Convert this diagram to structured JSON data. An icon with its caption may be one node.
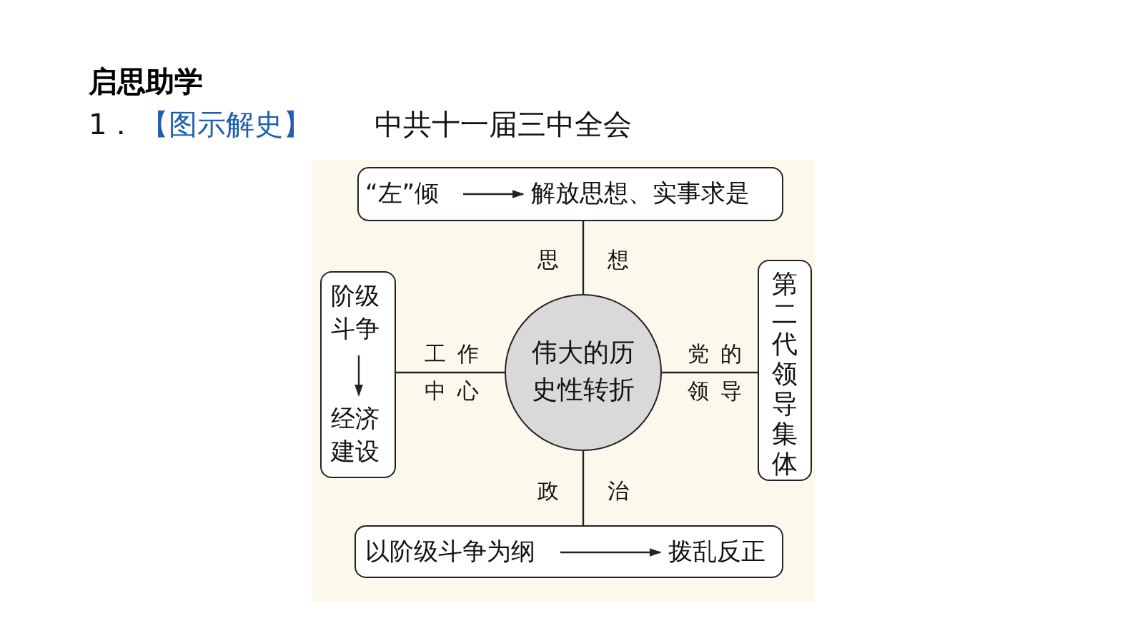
{
  "diagram": {
    "title": "启思助学",
    "nodes": [
      {
        "text": [],
        "shape": "box"
      },
      {
        "text": [
          "“左”倾"
        ],
        "in": 0
      },
      {
        "text": [
          "解放思想、实事求是"
        ],
        "in": 0
      },
      {
        "text": [],
        "shape": "box"
      },
      {
        "text": [
          "阶级斗争"
        ],
        "in": 3
      },
      {
        "text": [
          "经济建设"
        ],
        "in": 3
      },
      {
        "text": [
          "伟大的历史性转折"
        ]
      },
      {
        "text": [
          "第二代领导集体"
        ]
      },
      {
        "text": [],
        "shape": "box"
      },
      {
        "text": [
          "以阶级斗争为纲"
        ],
        "in": 8
      },
      {
        "text": [
          "拨乱反正"
        ],
        "in": 8
      }
    ],
    "edges": [
      {
        "from": 1,
        "to": 2,
        "arrow": "to"
      },
      {
        "from": 4,
        "to": 5,
        "arrow": "to"
      },
      {
        "from": 6,
        "to": 0,
        "arrow": "none",
        "label": "思想"
      },
      {
        "from": 6,
        "to": 3,
        "arrow": "none",
        "label": "工作中心"
      },
      {
        "from": 6,
        "to": 7,
        "arrow": "none",
        "label": "党的领导"
      },
      {
        "from": 6,
        "to": 8,
        "arrow": "none",
        "label": "政治"
      },
      {
        "from": 9,
        "to": 10,
        "arrow": "to"
      }
    ],
    "labels": [
      "1．",
      "【图示解史】",
      "中共十一届三中全会"
    ]
  }
}
